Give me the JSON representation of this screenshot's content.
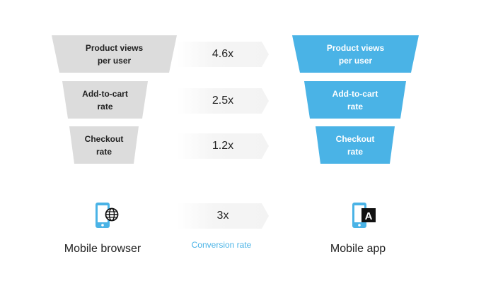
{
  "colors": {
    "accent": "#4ab3e6",
    "gray": "#dcdcdc"
  },
  "funnel_left": [
    "Product views\nper user",
    "Add-to-cart\nrate",
    "Checkout\nrate"
  ],
  "funnel_right": [
    "Product views\nper user",
    "Add-to-cart\nrate",
    "Checkout\nrate"
  ],
  "multipliers": [
    "4.6x",
    "2.5x",
    "1.2x"
  ],
  "conversion": {
    "value": "3x",
    "label": "Conversion rate"
  },
  "left_label": "Mobile browser",
  "right_label": "Mobile app",
  "icons": {
    "left": "phone-globe-icon",
    "right": "phone-app-icon",
    "app_letter": "A"
  }
}
